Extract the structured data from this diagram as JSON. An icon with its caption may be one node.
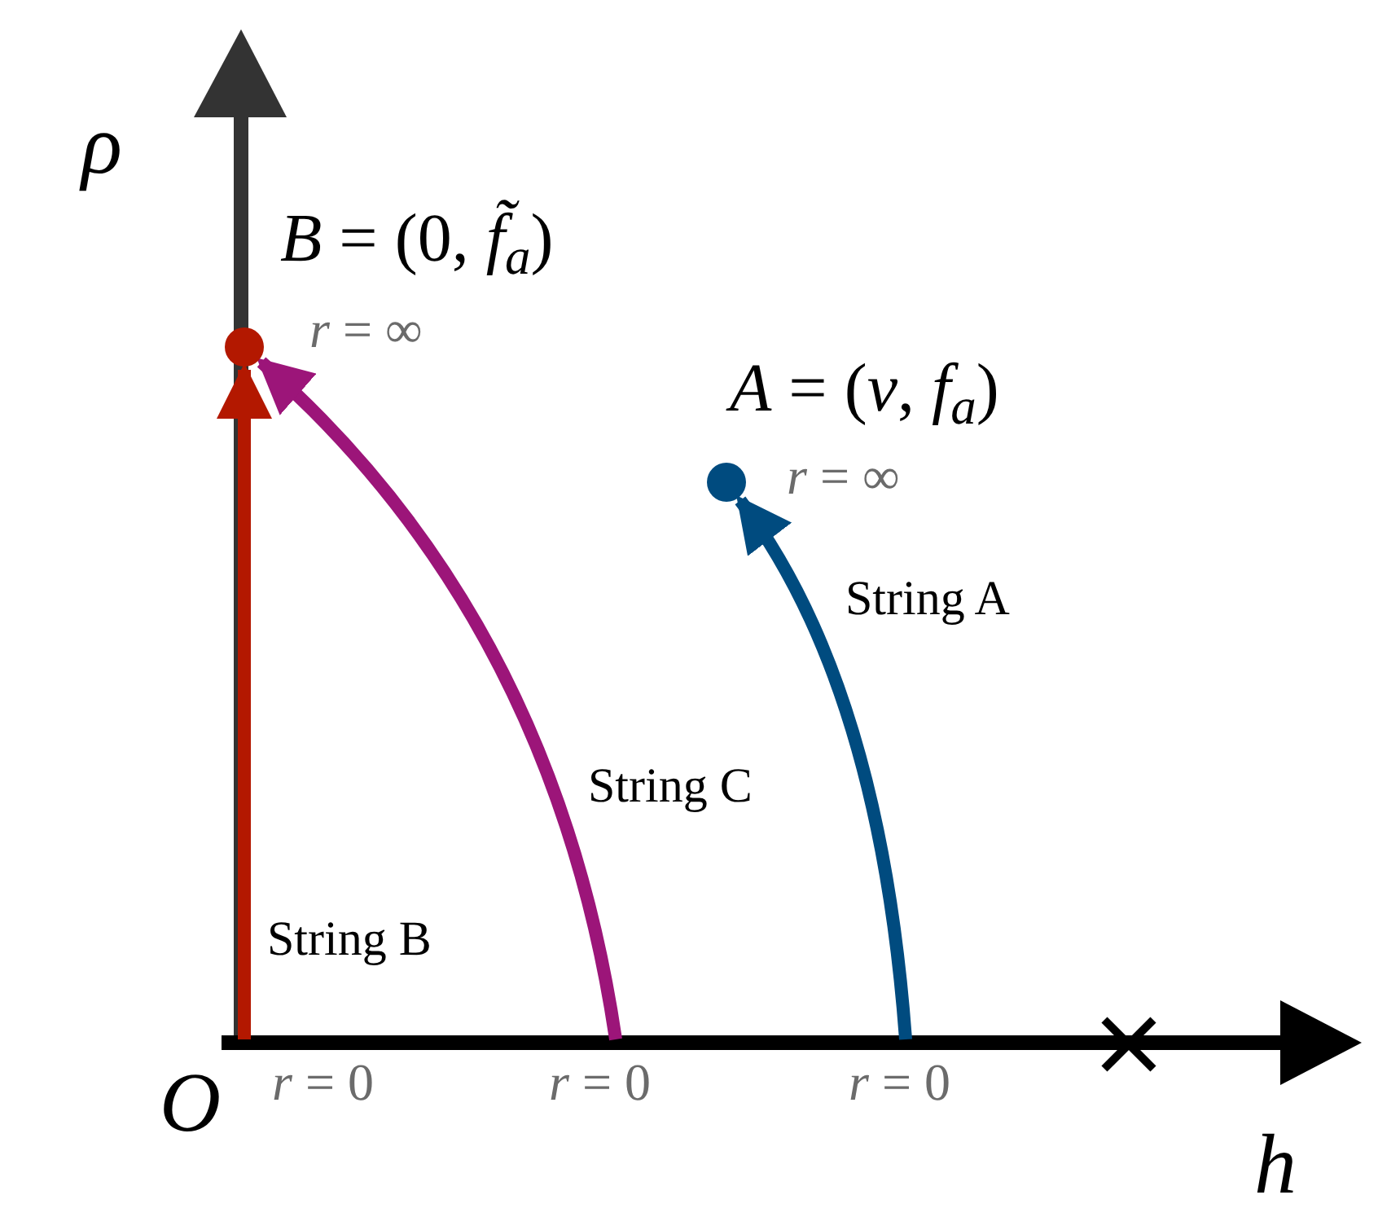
{
  "diagram": {
    "nodes": [
      {
        "text": [],
        "shape": "circle",
        "beside": [
          "*B* = (0, *f̃*$_{a}$)",
          "*r* = ∞"
        ]
      },
      {
        "text": [],
        "shape": "circle",
        "beside": [
          "*A* = (*v*, *f*$_{a}$)",
          "*r* = ∞"
        ]
      }
    ],
    "edges": [
      {
        "from": null,
        "to": 0,
        "arrow": "to",
        "label": "String B",
        "color": "#b31800"
      },
      {
        "from": null,
        "to": 0,
        "arrow": "to",
        "label": "String C",
        "color": "#9c1579"
      },
      {
        "from": null,
        "to": 1,
        "arrow": "to",
        "label": "String A",
        "color": "#004b7f"
      }
    ],
    "labels": [
      "*ρ*",
      "*O*",
      "*r* = 0",
      "*r* = 0",
      "*r* = 0",
      "*h*"
    ]
  }
}
